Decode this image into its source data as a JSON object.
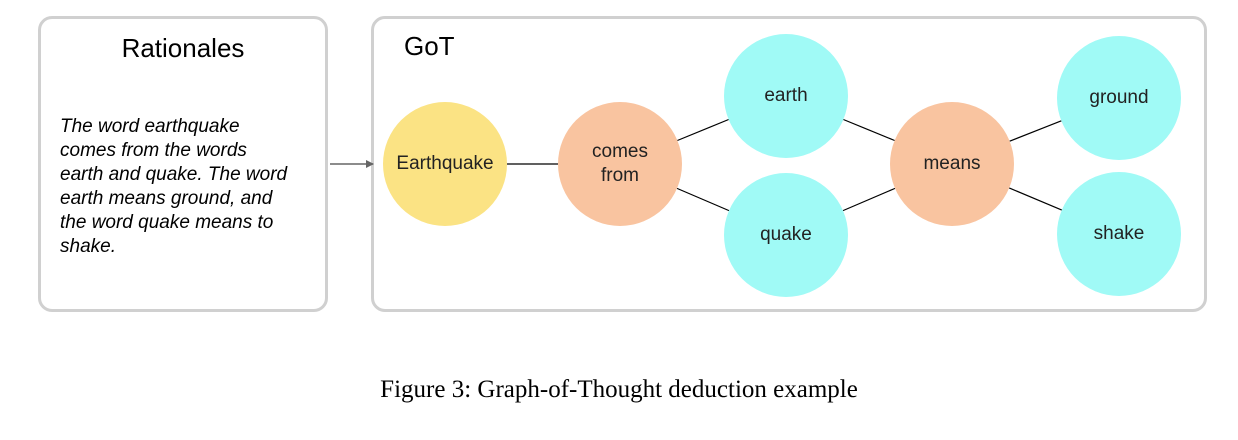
{
  "rationales": {
    "title": "Rationales",
    "text_lines": [
      "The word earthquake",
      "comes from the words",
      "earth and quake. The word",
      "earth means ground, and",
      "the word quake means to",
      "shake."
    ]
  },
  "got": {
    "title": "GoT",
    "colors": {
      "entity_yellow": "#FBE384",
      "relation_orange": "#F9C4A0",
      "entity_cyan": "#A0FAF6",
      "edge": "#000000",
      "arrow": "#666666"
    },
    "nodes": [
      {
        "id": "earthquake",
        "label": "Earthquake",
        "kind": "entity_yellow"
      },
      {
        "id": "comes-from",
        "label": "comes\nfrom",
        "kind": "relation_orange"
      },
      {
        "id": "earth",
        "label": "earth",
        "kind": "entity_cyan"
      },
      {
        "id": "quake",
        "label": "quake",
        "kind": "entity_cyan"
      },
      {
        "id": "means",
        "label": "means",
        "kind": "relation_orange"
      },
      {
        "id": "ground",
        "label": "ground",
        "kind": "entity_cyan"
      },
      {
        "id": "shake",
        "label": "shake",
        "kind": "entity_cyan"
      }
    ],
    "edges": [
      {
        "from": "earthquake",
        "to": "comes-from"
      },
      {
        "from": "comes-from",
        "to": "earth"
      },
      {
        "from": "comes-from",
        "to": "quake"
      },
      {
        "from": "earth",
        "to": "means"
      },
      {
        "from": "quake",
        "to": "means"
      },
      {
        "from": "means",
        "to": "ground"
      },
      {
        "from": "means",
        "to": "shake"
      }
    ]
  },
  "caption": "Figure 3: Graph-of-Thought deduction example"
}
